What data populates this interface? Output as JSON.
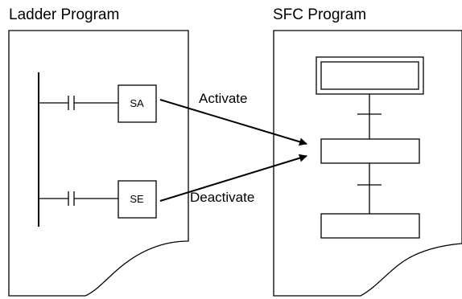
{
  "ladder": {
    "title": "Ladder Program",
    "coils": [
      {
        "label": "SA"
      },
      {
        "label": "SE"
      }
    ]
  },
  "sfc": {
    "title": "SFC Program"
  },
  "arrows": {
    "activate": "Activate",
    "deactivate": "Deactivate"
  }
}
